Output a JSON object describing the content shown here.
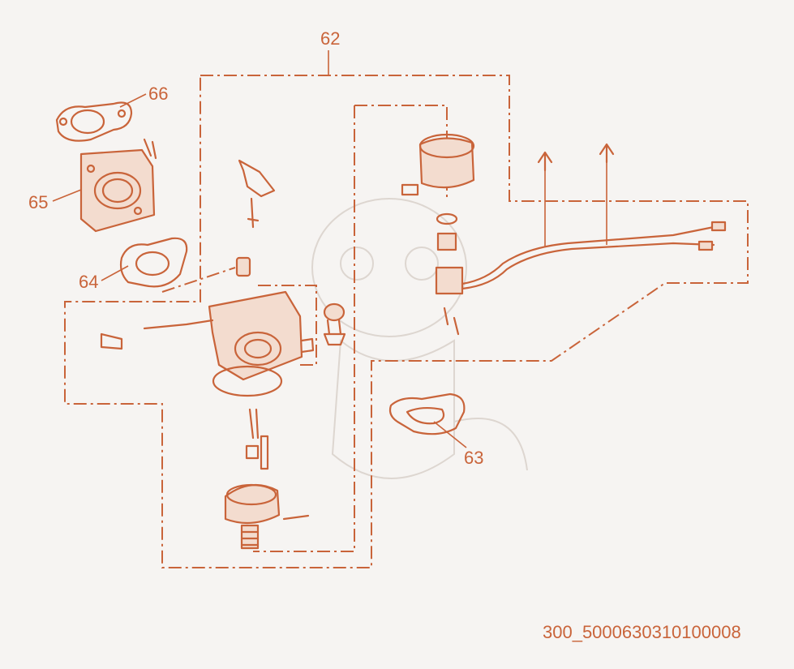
{
  "callouts": {
    "c62": "62",
    "c63": "63",
    "c64": "64",
    "c65": "65",
    "c66": "66"
  },
  "diagram_code": "300_5000630310100008",
  "colors": {
    "line": "#c9643a",
    "background": "#f6f4f2"
  }
}
